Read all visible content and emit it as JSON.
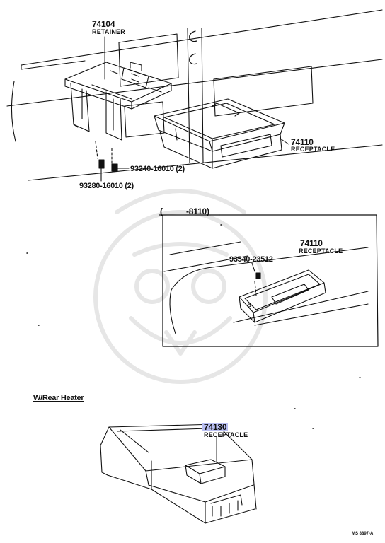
{
  "callouts": {
    "retainer_pn": "74104",
    "retainer_name": "RETAINER",
    "receptacle_pn": "74110",
    "receptacle_name": "RECEPTACLE",
    "screw_a": "93240-16010 (2)",
    "screw_b": "93280-16010 (2)",
    "inset_range_open": "(",
    "inset_range_end": "-8110)",
    "inset_receptacle_pn": "74110",
    "inset_receptacle_name": "RECEPTACLE",
    "inset_screw": "93540-23512",
    "section_title": "W/Rear Heater",
    "rear_receptacle_pn": "74130",
    "rear_receptacle_name": "RECEPTACLE",
    "figure_code": "MS 8897-A"
  },
  "colors": {
    "ink": "#111111",
    "highlight": "#b9bff2",
    "watermark": "#e8e8e8"
  }
}
